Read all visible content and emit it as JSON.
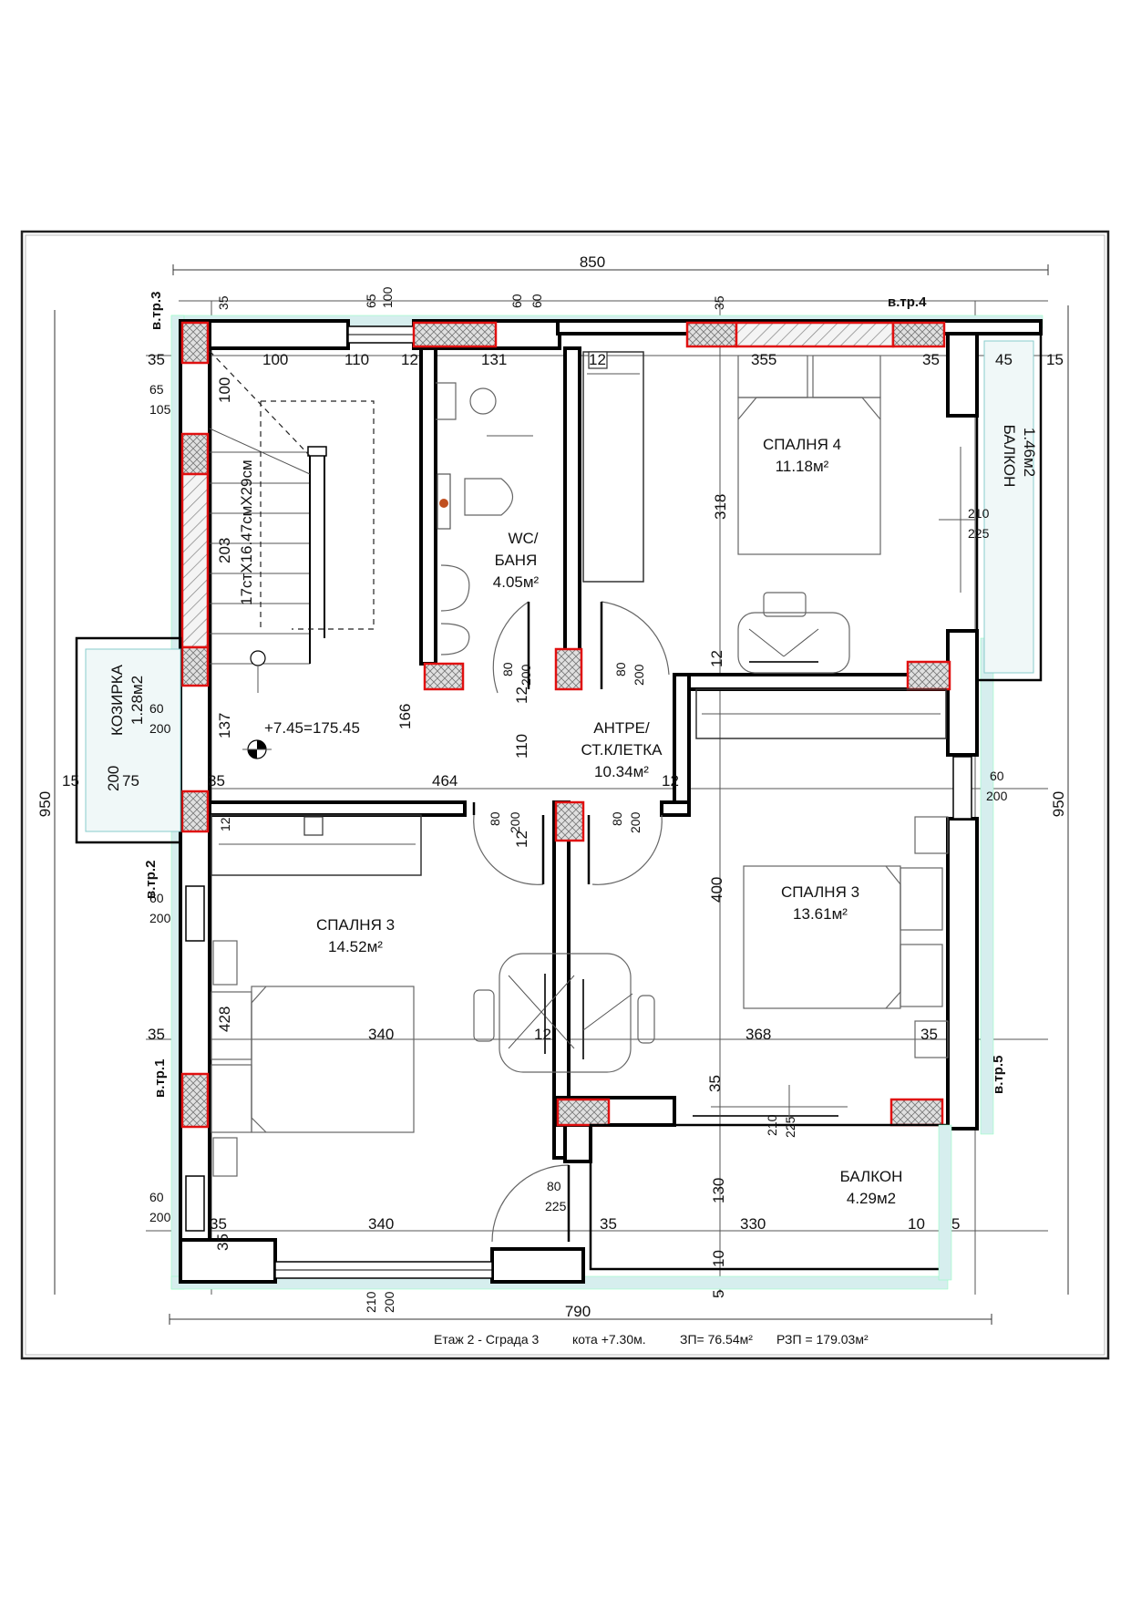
{
  "overall_width": "850",
  "overall_width_bottom": "790",
  "overall_height_left": "950",
  "overall_height_right": "950",
  "axis_labels": {
    "tr1": "в.тр.1",
    "tr2": "в.тр.2",
    "tr3": "в.тр.3",
    "tr4": "в.тр.4",
    "tr5": "в.тр.5"
  },
  "elevation": "+7.45=175.45",
  "stairs_note": "17стХ16.47смХ29см",
  "rooms": {
    "wc_line1": "WC/",
    "wc_line2": "БАНЯ",
    "wc_area": "4.05м²",
    "bed4_name": "СПАЛНЯ 4",
    "bed4_area": "11.18м²",
    "balcony_top_name": "БАЛКОН",
    "balcony_top_area": "1.46м2",
    "hall_line1": "АНТРЕ/",
    "hall_line2": "СТ.КЛЕТКА",
    "hall_area": "10.34м²",
    "bed3r_name": "СПАЛНЯ 3",
    "bed3r_area": "13.61м²",
    "bed3l_name": "СПАЛНЯ 3",
    "bed3l_area": "14.52м²",
    "canopy_name": "КОЗИРКА",
    "canopy_area": "1.28м2",
    "balcony_bot_name": "БАЛКОН",
    "balcony_bot_area": "4.29м2"
  },
  "dims_top": [
    "35",
    "65",
    "100",
    "60",
    "60",
    "35"
  ],
  "dims_row1": [
    "35",
    "100",
    "110",
    "12",
    "131",
    "12",
    "355",
    "35",
    "45",
    "15"
  ],
  "dims_left": [
    "65",
    "105",
    "100",
    "203",
    "60",
    "200",
    "137",
    "166",
    "60",
    "200",
    "428",
    "60",
    "200",
    "12"
  ],
  "dims_mid": [
    "15",
    "75",
    "35",
    "464",
    "12",
    "110",
    "12",
    "12",
    "318",
    "12",
    "60",
    "200",
    "400"
  ],
  "doors": [
    "80",
    "200",
    "80",
    "200",
    "80",
    "200",
    "80",
    "200",
    "80",
    "225"
  ],
  "dims_lower": [
    "35",
    "340",
    "12",
    "368",
    "35",
    "35",
    "210",
    "225",
    "210",
    "225"
  ],
  "dims_bottom": [
    "60",
    "200",
    "35",
    "340",
    "35",
    "330",
    "10",
    "5",
    "35",
    "130",
    "10",
    "5",
    "210",
    "200",
    "200"
  ],
  "footer": {
    "floor": "Етаж 2 - Сграда 3",
    "level": "кота +7.30м.",
    "zp": "ЗП= 76.54м²",
    "rzp": "РЗП = 179.03м²"
  }
}
